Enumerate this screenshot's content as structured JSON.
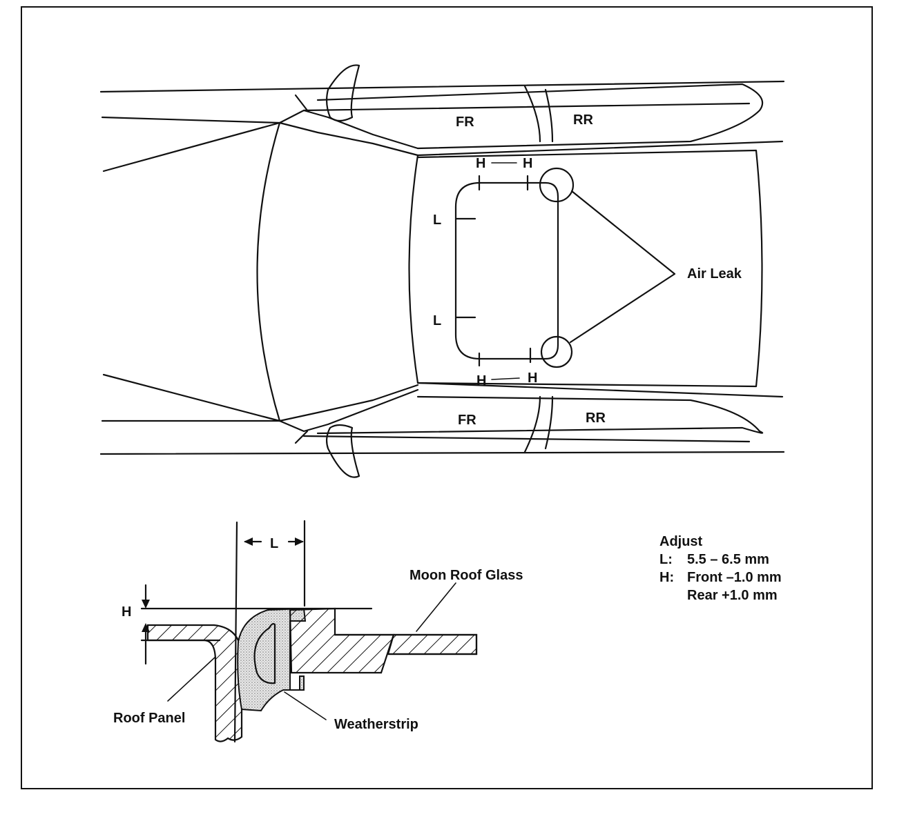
{
  "labels": {
    "front_right_upper": "FR",
    "rear_right_upper": "RR",
    "front_right_lower": "FR",
    "rear_right_lower": "RR",
    "h_front_upper": "H",
    "h_rear_upper": "H",
    "h_front_lower": "H",
    "h_rear_lower": "H",
    "l_upper": "L",
    "l_lower": "L",
    "air_leak": "Air Leak",
    "section_l": "L",
    "section_h": "H",
    "moon_roof_glass": "Moon Roof Glass",
    "roof_panel": "Roof Panel",
    "weatherstrip": "Weatherstrip"
  },
  "adjust": {
    "title": "Adjust",
    "l_key": "L:",
    "l_value": "5.5 – 6.5 mm",
    "h_key": "H:",
    "h_front": "Front –1.0 mm",
    "h_rear": "Rear +1.0 mm"
  }
}
